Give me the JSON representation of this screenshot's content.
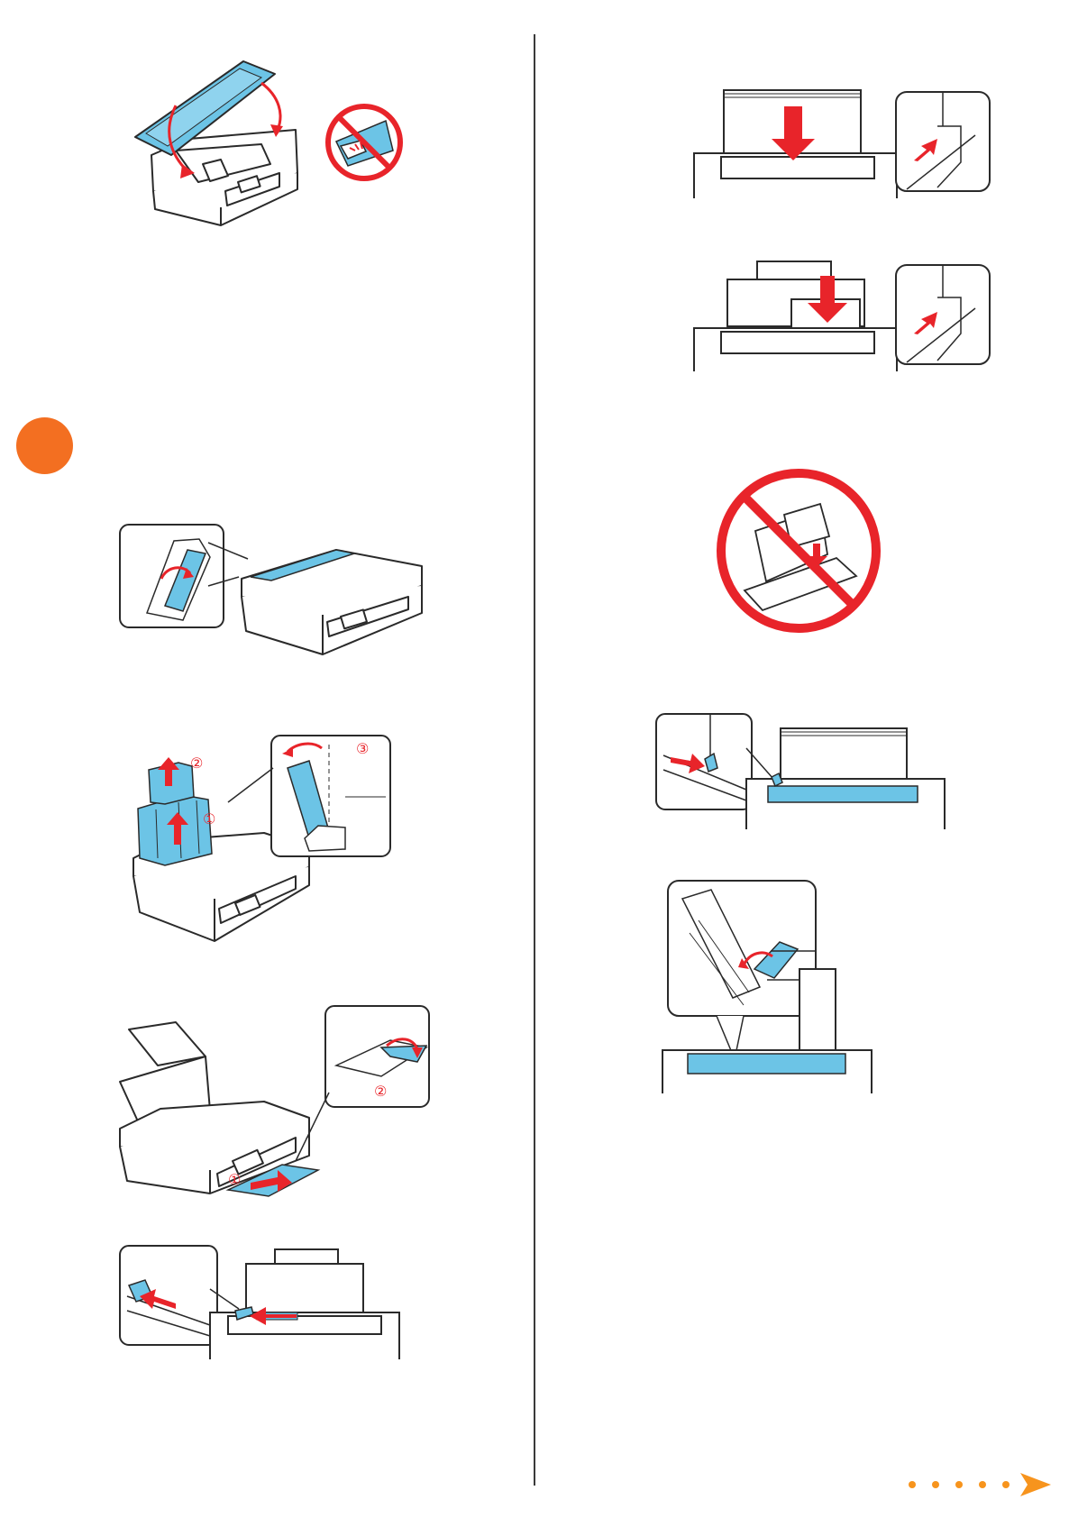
{
  "page": {
    "step_number": "",
    "colors": {
      "accent_orange": "#f36f21",
      "printer_blue": "#6cc4e6",
      "arrow_red": "#e8242a",
      "line_dark": "#2a2a2a",
      "next_arrow": "#f7941d"
    }
  },
  "figures": {
    "close_scanner": {
      "icon": "printer-scanner-closing"
    },
    "no_pinch": {
      "icon": "no-pinching-symbol"
    },
    "open_feeder_guard": {
      "icon": "feeder-guard-flip-icon"
    },
    "paper_support": {
      "icon": "paper-support-extend",
      "labels": [
        "②",
        "①",
        "③"
      ]
    },
    "output_tray": {
      "icon": "output-tray-extend",
      "labels": [
        "①",
        "②"
      ]
    },
    "edge_guide_left": {
      "icon": "edge-guide-slide-left"
    },
    "load_paper": {
      "icon": "paper-load-down"
    },
    "load_small_paper": {
      "icon": "small-paper-load"
    },
    "no_mixed": {
      "icon": "no-mixed-paper-symbol"
    },
    "edge_guide_right": {
      "icon": "edge-guide-slide-right"
    },
    "feeder_guard_close": {
      "icon": "feeder-guard-flip-back"
    }
  },
  "navigation": {
    "icon": "next-page-arrow"
  }
}
